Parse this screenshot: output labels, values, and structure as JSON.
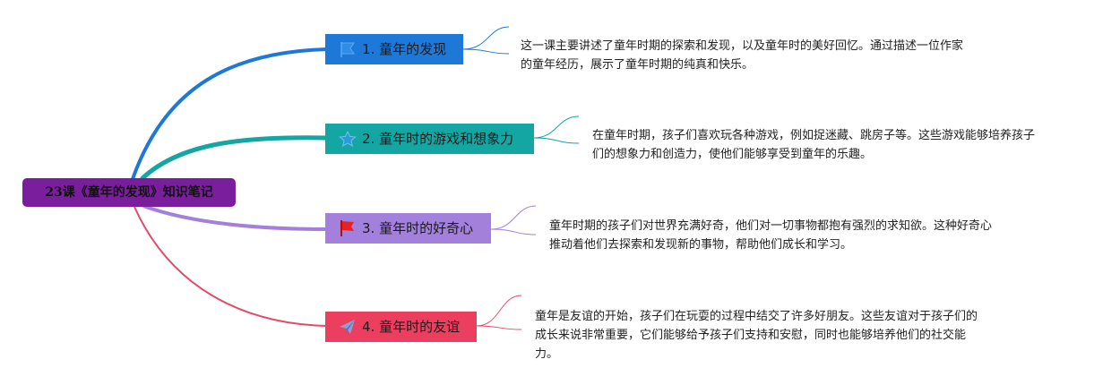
{
  "root": {
    "label": "23课《童年的发现》知识笔记"
  },
  "branches": [
    {
      "label": "1. 童年的发现",
      "icon": "flag-icon",
      "color": "#1e78d8",
      "note": "这一课主要讲述了童年时期的探索和发现，以及童年时的美好回忆。通过描述一位作家的童年经历，展示了童年时期的纯真和快乐。"
    },
    {
      "label": "2. 童年时的游戏和想象力",
      "icon": "star-icon",
      "color": "#14a6a3",
      "note": "在童年时期，孩子们喜欢玩各种游戏，例如捉迷藏、跳房子等。这些游戏能够培养孩子们的想象力和创造力，使他们能够享受到童年的乐趣。"
    },
    {
      "label": "3. 童年时的好奇心",
      "icon": "red-flag-icon",
      "color": "#a380dc",
      "note": "童年时期的孩子们对世界充满好奇，他们对一切事物都抱有强烈的求知欲。这种好奇心推动着他们去探索和发现新的事物，帮助他们成长和学习。"
    },
    {
      "label": "4. 童年时的友谊",
      "icon": "paper-plane-icon",
      "color": "#ec3e5e",
      "note": "童年是友谊的开始，孩子们在玩耍的过程中结交了许多好朋友。这些友谊对于孩子们的成长来说非常重要，它们能够给予孩子们支持和安慰，同时也能够培养他们的社交能力。"
    }
  ],
  "colors": {
    "root": "#7a1e9e"
  }
}
